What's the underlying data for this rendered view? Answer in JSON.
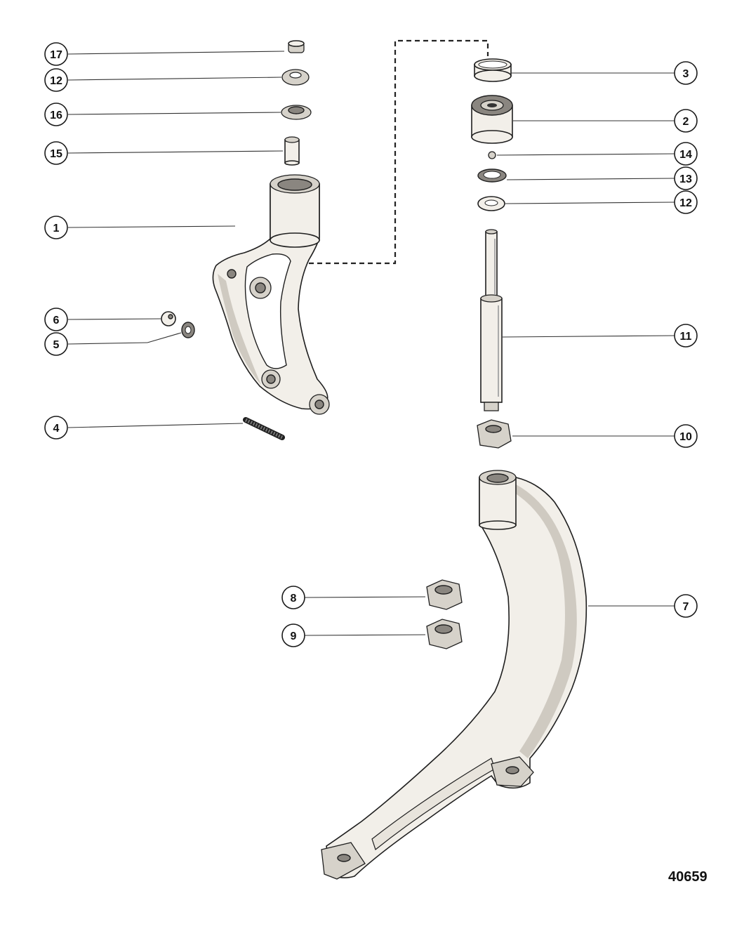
{
  "figure_number": "40659",
  "callouts": [
    {
      "id": "c17",
      "label": "17"
    },
    {
      "id": "c12a",
      "label": "12"
    },
    {
      "id": "c16",
      "label": "16"
    },
    {
      "id": "c15",
      "label": "15"
    },
    {
      "id": "c1",
      "label": "1"
    },
    {
      "id": "c6",
      "label": "6"
    },
    {
      "id": "c5",
      "label": "5"
    },
    {
      "id": "c4",
      "label": "4"
    },
    {
      "id": "c3",
      "label": "3"
    },
    {
      "id": "c2",
      "label": "2"
    },
    {
      "id": "c14",
      "label": "14"
    },
    {
      "id": "c13",
      "label": "13"
    },
    {
      "id": "c12b",
      "label": "12"
    },
    {
      "id": "c11",
      "label": "11"
    },
    {
      "id": "c10",
      "label": "10"
    },
    {
      "id": "c8",
      "label": "8"
    },
    {
      "id": "c9",
      "label": "9"
    },
    {
      "id": "c7",
      "label": "7"
    }
  ]
}
